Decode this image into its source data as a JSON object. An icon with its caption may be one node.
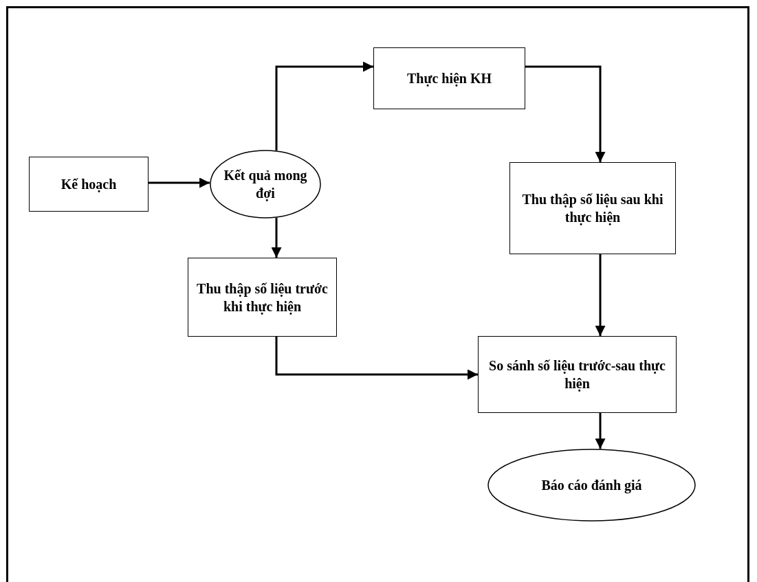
{
  "diagram": {
    "nodes": [
      {
        "text": [
          "Kế hoạch"
        ]
      },
      {
        "text": [
          "Kết quả mong đợi"
        ]
      },
      {
        "text": [
          "Thực hiện KH"
        ]
      },
      {
        "text": [
          "Thu thập số liệu trước khi thực hiện"
        ]
      },
      {
        "text": [
          "Thu thập số liệu sau khi thực hiện"
        ]
      },
      {
        "text": [
          "So sánh số liệu trước-sau thực hiện"
        ]
      },
      {
        "text": [
          "Báo cáo đánh giá"
        ]
      }
    ],
    "edges": [
      {
        "from": 0,
        "to": 1,
        "arrow": "to"
      },
      {
        "from": 1,
        "to": 2,
        "arrow": "to"
      },
      {
        "from": 2,
        "to": 4,
        "arrow": "to"
      },
      {
        "from": 1,
        "to": 3,
        "arrow": "to"
      },
      {
        "from": 3,
        "to": 5,
        "arrow": "to"
      },
      {
        "from": 4,
        "to": 5,
        "arrow": "to"
      },
      {
        "from": 5,
        "to": 6,
        "arrow": "to"
      }
    ]
  }
}
